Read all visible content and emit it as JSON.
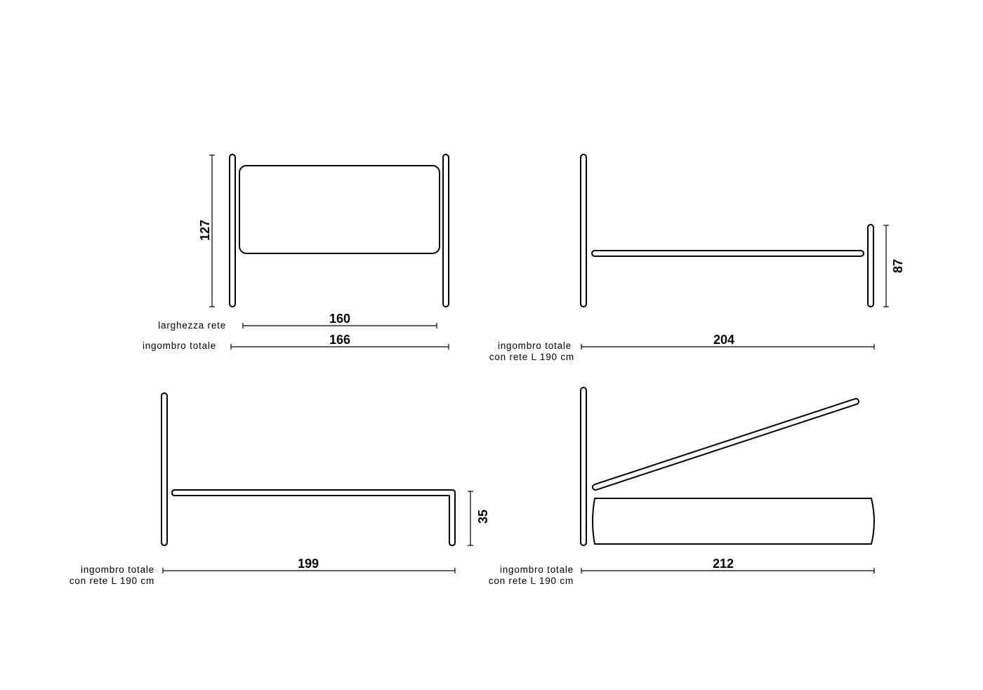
{
  "views": {
    "front": {
      "height_value": "127",
      "net_width_label": "larghezza rete",
      "net_width_value": "160",
      "total_label": "ingombro totale",
      "total_value": "166"
    },
    "side_headboard_footboard": {
      "footboard_height_value": "87",
      "total_label_line1": "ingombro totale",
      "total_label_line2": "con rete L 190 cm",
      "total_value": "204"
    },
    "side_low_footboard": {
      "footboard_height_value": "35",
      "total_label_line1": "ingombro totale",
      "total_label_line2": "con rete L 190 cm",
      "total_value": "199"
    },
    "side_storage": {
      "total_label_line1": "ingombro totale",
      "total_label_line2": "con rete L 190 cm",
      "total_value": "212"
    }
  }
}
